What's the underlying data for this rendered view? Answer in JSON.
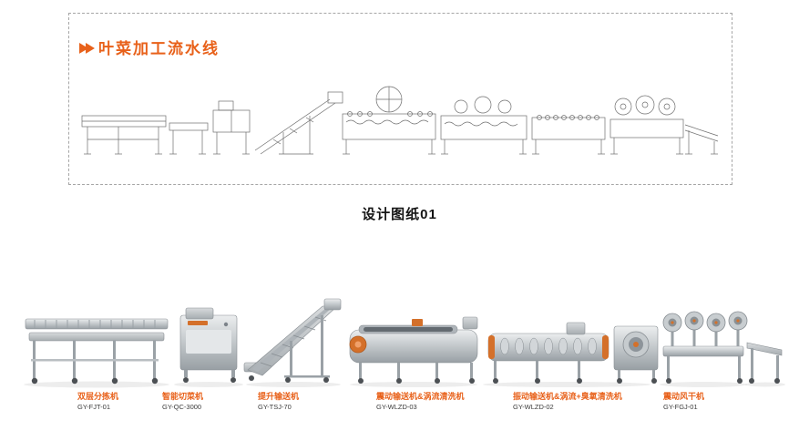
{
  "page": {
    "title": "叶菜加工流水线",
    "caption": "设计图纸01"
  },
  "icons": {
    "double_arrow": "▶▶"
  },
  "machines": [
    {
      "name": "双层分拣机",
      "model": "GY-FJT-01"
    },
    {
      "name": "智能切菜机",
      "model": "GY-QC-3000"
    },
    {
      "name": "提升输送机",
      "model": "GY-TSJ-70"
    },
    {
      "name": "震动输送机&涡流清洗机",
      "model": "GY-WLZD-03"
    },
    {
      "name": "振动输送机&涡流+臭氧清洗机",
      "model": "GY-WLZD-02"
    },
    {
      "name": "震动风干机",
      "model": "GY-FGJ-01"
    }
  ],
  "colors": {
    "accent_orange": "#e8611a",
    "machine_orange": "#d4702a",
    "model_text": "#3a3a3a",
    "drawing_line": "#6e6e6e"
  }
}
